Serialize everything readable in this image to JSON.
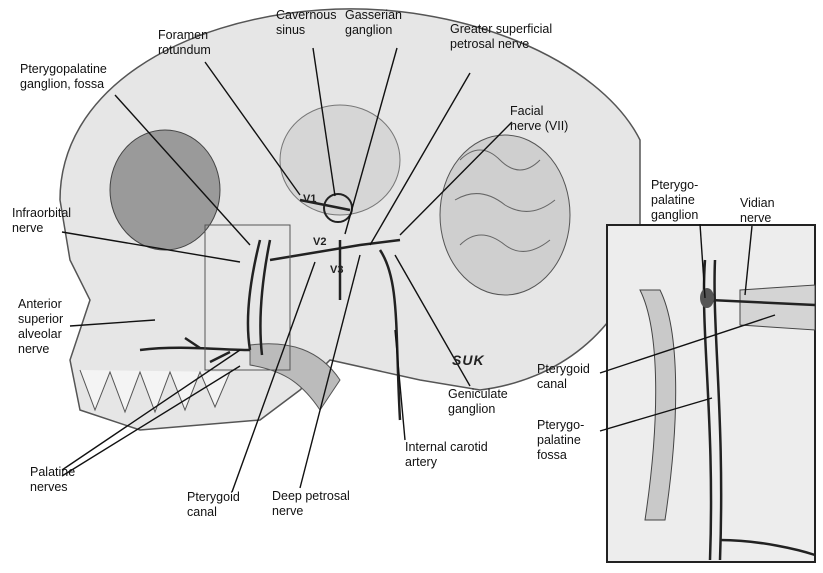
{
  "labels": {
    "foramen_rotundum": "Foramen\nrotundum",
    "cavernous_sinus": "Cavernous\nsinus",
    "gasserian_ganglion": "Gasserian\nganglion",
    "greater_superficial_petrosal_nerve": "Greater superficial\npetrosal nerve",
    "facial_nerve": "Facial\nnerve (VII)",
    "pterygopalatine_ganglion_fossa": "Pterygopalatine\nganglion, fossa",
    "infraorbital_nerve": "Infraorbital\nnerve",
    "anterior_superior_alveolar_nerve": "Anterior\nsuperior\nalveolar\nnerve",
    "palatine_nerves": "Palatine\nnerves",
    "pterygoid_canal": "Pterygoid\ncanal",
    "deep_petrosal_nerve": "Deep petrosal\nnerve",
    "geniculate_ganglion": "Geniculate\nganglion",
    "internal_carotid_artery": "Internal carotid\nartery"
  },
  "inset_labels": {
    "pterygopalatine_ganglion": "Pterygo-\npalatine\nganglion",
    "vidian_nerve": "Vidian\nnerve",
    "pterygoid_canal": "Pterygoid\ncanal",
    "pterygopalatine_fossa": "Pterygo-\npalatine\nfossa"
  },
  "nerve_branches": {
    "v1": "V1",
    "v2": "V2",
    "v3": "V3"
  },
  "signature": "SUK"
}
